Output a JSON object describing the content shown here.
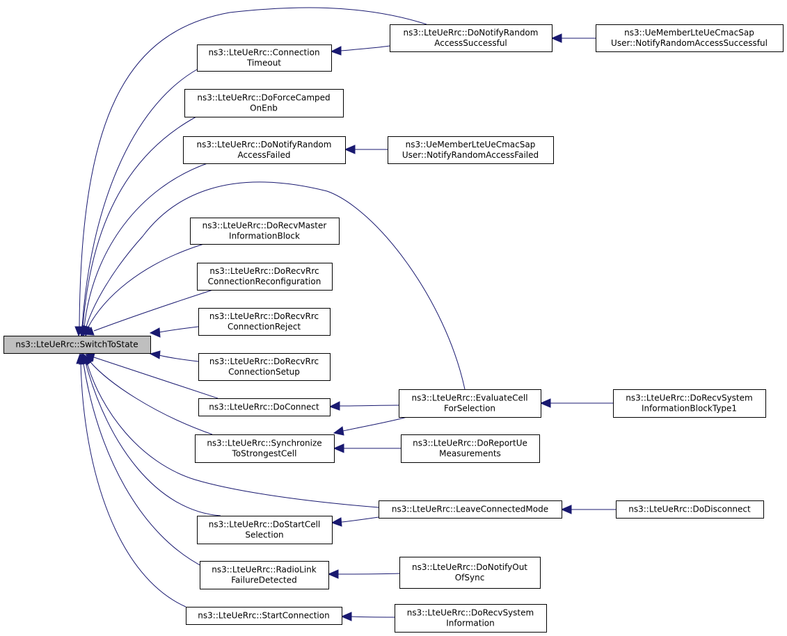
{
  "graph": {
    "nodes": {
      "switch_to_state": {
        "lines": [
          "ns3::LteUeRrc::SwitchToState"
        ],
        "root": true
      },
      "connection_timeout": {
        "lines": [
          "ns3::LteUeRrc::Connection",
          "Timeout"
        ]
      },
      "do_force_camped_on_enb": {
        "lines": [
          "ns3::LteUeRrc::DoForceCamped",
          "OnEnb"
        ]
      },
      "do_notify_random_access_failed": {
        "lines": [
          "ns3::LteUeRrc::DoNotifyRandom",
          "AccessFailed"
        ]
      },
      "do_recv_master_information_block": {
        "lines": [
          "ns3::LteUeRrc::DoRecvMaster",
          "InformationBlock"
        ]
      },
      "do_recv_rrc_connection_reconfiguration": {
        "lines": [
          "ns3::LteUeRrc::DoRecvRrc",
          "ConnectionReconfiguration"
        ]
      },
      "do_recv_rrc_connection_reject": {
        "lines": [
          "ns3::LteUeRrc::DoRecvRrc",
          "ConnectionReject"
        ]
      },
      "do_recv_rrc_connection_setup": {
        "lines": [
          "ns3::LteUeRrc::DoRecvRrc",
          "ConnectionSetup"
        ]
      },
      "do_connect": {
        "lines": [
          "ns3::LteUeRrc::DoConnect"
        ]
      },
      "synchronize_to_strongest_cell": {
        "lines": [
          "ns3::LteUeRrc::Synchronize",
          "ToStrongestCell"
        ]
      },
      "do_start_cell_selection": {
        "lines": [
          "ns3::LteUeRrc::DoStartCell",
          "Selection"
        ]
      },
      "radio_link_failure_detected": {
        "lines": [
          "ns3::LteUeRrc::RadioLink",
          "FailureDetected"
        ]
      },
      "start_connection": {
        "lines": [
          "ns3::LteUeRrc::StartConnection"
        ]
      },
      "do_notify_random_access_successful": {
        "lines": [
          "ns3::LteUeRrc::DoNotifyRandom",
          "AccessSuccessful"
        ]
      },
      "cmac_notify_random_access_successful": {
        "lines": [
          "ns3::UeMemberLteUeCmacSap",
          "User::NotifyRandomAccessSuccessful"
        ]
      },
      "cmac_notify_random_access_failed": {
        "lines": [
          "ns3::UeMemberLteUeCmacSap",
          "User::NotifyRandomAccessFailed"
        ]
      },
      "evaluate_cell_for_selection": {
        "lines": [
          "ns3::LteUeRrc::EvaluateCell",
          "ForSelection"
        ]
      },
      "do_recv_system_information_block_type1": {
        "lines": [
          "ns3::LteUeRrc::DoRecvSystem",
          "InformationBlockType1"
        ]
      },
      "do_report_ue_measurements": {
        "lines": [
          "ns3::LteUeRrc::DoReportUe",
          "Measurements"
        ]
      },
      "leave_connected_mode": {
        "lines": [
          "ns3::LteUeRrc::LeaveConnectedMode"
        ]
      },
      "do_disconnect": {
        "lines": [
          "ns3::LteUeRrc::DoDisconnect"
        ]
      },
      "do_notify_out_of_sync": {
        "lines": [
          "ns3::LteUeRrc::DoNotifyOut",
          "OfSync"
        ]
      },
      "do_recv_system_information": {
        "lines": [
          "ns3::LteUeRrc::DoRecvSystem",
          "Information"
        ]
      }
    },
    "edges": [
      {
        "from": "connection_timeout",
        "to": "switch_to_state"
      },
      {
        "from": "do_force_camped_on_enb",
        "to": "switch_to_state"
      },
      {
        "from": "do_notify_random_access_failed",
        "to": "switch_to_state"
      },
      {
        "from": "do_recv_master_information_block",
        "to": "switch_to_state"
      },
      {
        "from": "do_recv_rrc_connection_reconfiguration",
        "to": "switch_to_state"
      },
      {
        "from": "do_recv_rrc_connection_reject",
        "to": "switch_to_state"
      },
      {
        "from": "do_recv_rrc_connection_setup",
        "to": "switch_to_state"
      },
      {
        "from": "do_connect",
        "to": "switch_to_state"
      },
      {
        "from": "synchronize_to_strongest_cell",
        "to": "switch_to_state"
      },
      {
        "from": "do_start_cell_selection",
        "to": "switch_to_state"
      },
      {
        "from": "radio_link_failure_detected",
        "to": "switch_to_state"
      },
      {
        "from": "start_connection",
        "to": "switch_to_state"
      },
      {
        "from": "do_notify_random_access_successful",
        "to": "switch_to_state"
      },
      {
        "from": "evaluate_cell_for_selection",
        "to": "switch_to_state"
      },
      {
        "from": "leave_connected_mode",
        "to": "switch_to_state"
      },
      {
        "from": "do_notify_random_access_successful",
        "to": "connection_timeout"
      },
      {
        "from": "cmac_notify_random_access_successful",
        "to": "do_notify_random_access_successful"
      },
      {
        "from": "cmac_notify_random_access_failed",
        "to": "do_notify_random_access_failed"
      },
      {
        "from": "evaluate_cell_for_selection",
        "to": "do_connect"
      },
      {
        "from": "evaluate_cell_for_selection",
        "to": "synchronize_to_strongest_cell"
      },
      {
        "from": "do_recv_system_information_block_type1",
        "to": "evaluate_cell_for_selection"
      },
      {
        "from": "do_report_ue_measurements",
        "to": "synchronize_to_strongest_cell"
      },
      {
        "from": "leave_connected_mode",
        "to": "do_start_cell_selection"
      },
      {
        "from": "do_disconnect",
        "to": "leave_connected_mode"
      },
      {
        "from": "do_notify_out_of_sync",
        "to": "radio_link_failure_detected"
      },
      {
        "from": "do_recv_system_information",
        "to": "start_connection"
      }
    ]
  }
}
